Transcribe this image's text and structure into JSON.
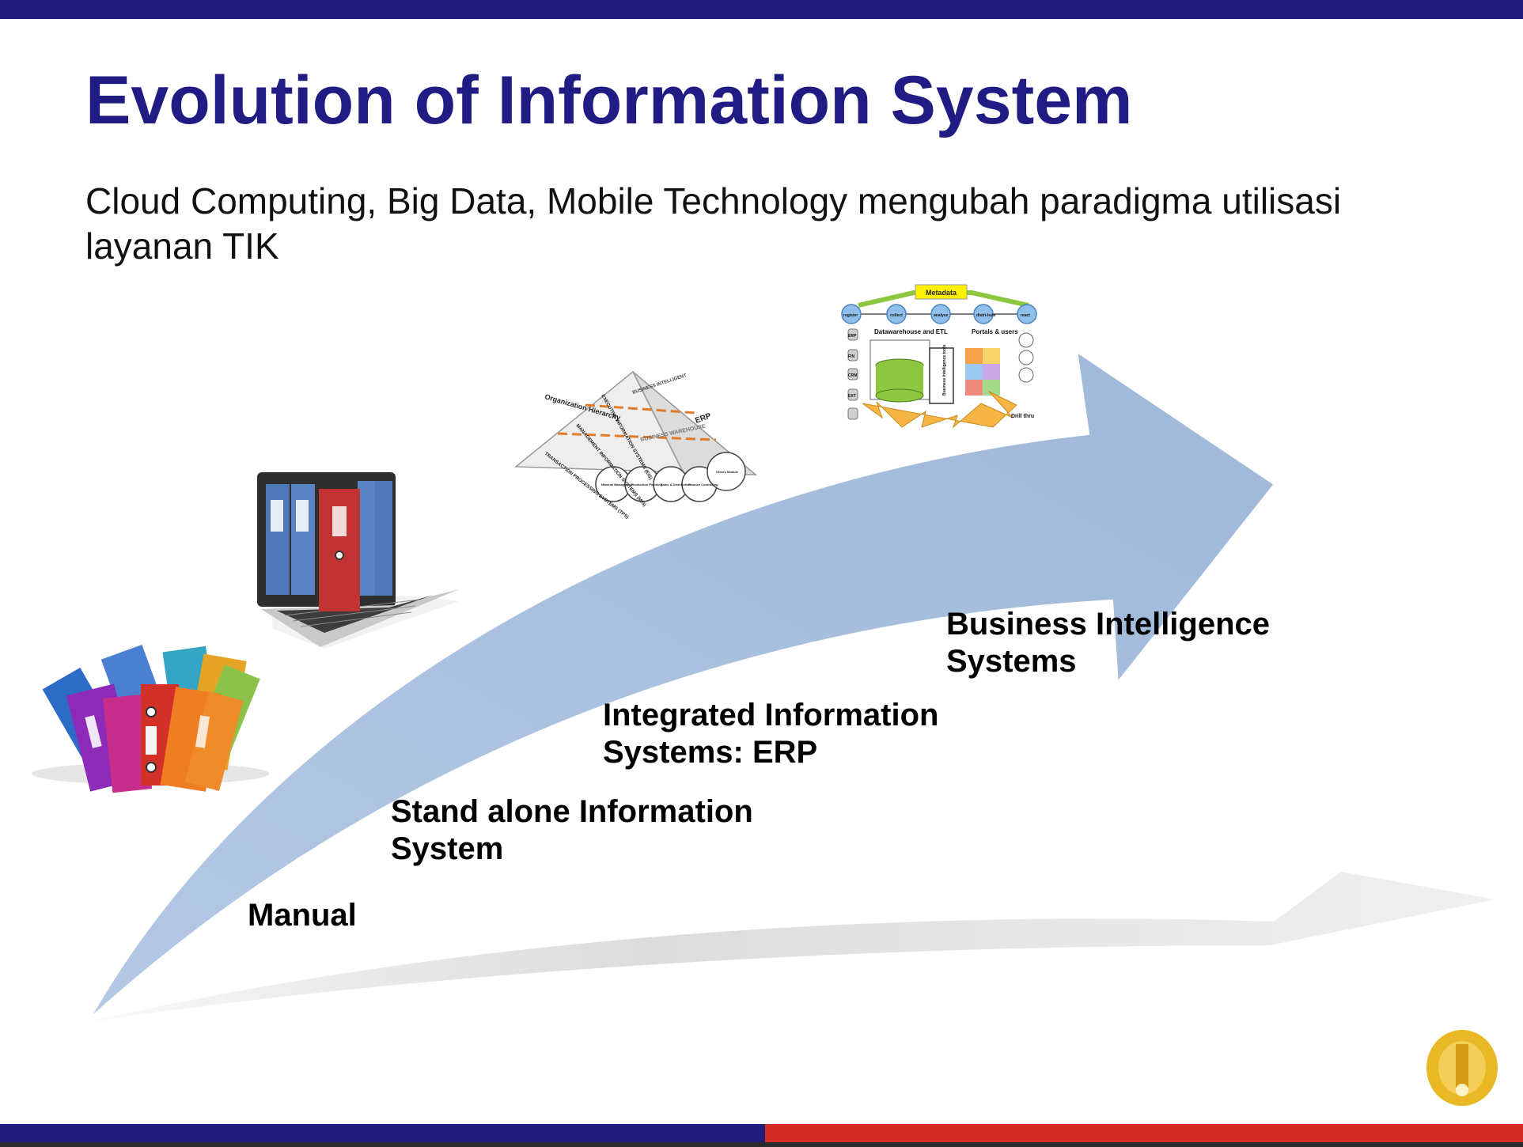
{
  "slide": {
    "title": "Evolution of Information System",
    "subtitle": "Cloud Computing, Big Data, Mobile Technology mengubah paradigma utilisasi layanan TIK"
  },
  "stages": {
    "manual": {
      "line1": "Manual"
    },
    "standalone": {
      "line1": "Stand alone Information",
      "line2": "System"
    },
    "erp": {
      "line1": "Integrated Information",
      "line2": "Systems: ERP"
    },
    "bi": {
      "line1": "Business Intelligence",
      "line2": "Systems"
    }
  },
  "pyramid": {
    "left_label": "Organization Hierarchy",
    "right_label": "ERP",
    "top_label": "BUSINESS INTELLIGENT",
    "level1": "EXECUTIVE INFORMATION SYSTEMS (EIS)",
    "level2": "MANAGEMENT INFORMATION SYSTEMS (MIS)",
    "level3": "TRANSACTION PROCESSING SYSTEMS (TPS)",
    "middle": "BUSINESS WAREHOUSE",
    "modules": [
      "Material Management",
      "Production Planning",
      "Sales & Distribution",
      "Finance Controlling",
      "Others Module"
    ]
  },
  "bi_diagram": {
    "metadata": "Metadata",
    "steps": [
      "register",
      "collect",
      "analyse",
      "distri-bute",
      "react"
    ],
    "sources": [
      "ERP",
      "FIN",
      "CRM",
      "EXT"
    ],
    "dw_label": "Datawarehouse and ETL",
    "bi_tools": "Business Intelligence tools",
    "portals": "Portals & users",
    "drill": "Drill thru"
  },
  "icons": {
    "binders": "colorful-binders-icon",
    "laptop": "laptop-with-binders-icon",
    "logo": "university-logo-icon"
  },
  "colors": {
    "title": "#211c84",
    "top_bar": "#211c7c",
    "bottom_bar_left": "#211c7c",
    "bottom_bar_right": "#d52b26",
    "arrow": "#a4bcdc",
    "logo": "#e9b825"
  }
}
